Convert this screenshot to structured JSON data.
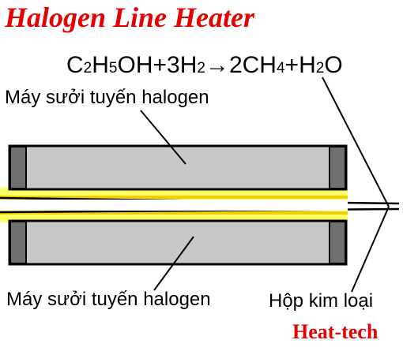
{
  "title": "Halogen Line Heater",
  "equation": {
    "parts": [
      {
        "text": "C",
        "sub": false
      },
      {
        "text": "2",
        "sub": true
      },
      {
        "text": "H",
        "sub": false
      },
      {
        "text": "5",
        "sub": true
      },
      {
        "text": "OH+3H",
        "sub": false
      },
      {
        "text": "2",
        "sub": true
      },
      {
        "text": "→2CH",
        "sub": false
      },
      {
        "text": "4",
        "sub": true
      },
      {
        "text": "+H",
        "sub": false
      },
      {
        "text": "2",
        "sub": true
      },
      {
        "text": "O",
        "sub": false
      }
    ]
  },
  "labels": {
    "heater_top": "Máy sưởi tuyến halogen",
    "heater_bottom": "Máy sưởi tuyến halogen",
    "metal_box": "Hộp kim loại"
  },
  "brand": "Heat-tech",
  "colors": {
    "title": "#e60000",
    "heater_fill": "#c8c8c8",
    "heater_end": "#707070",
    "glow": "#ffff66",
    "tube_glow": "#f0d000"
  }
}
